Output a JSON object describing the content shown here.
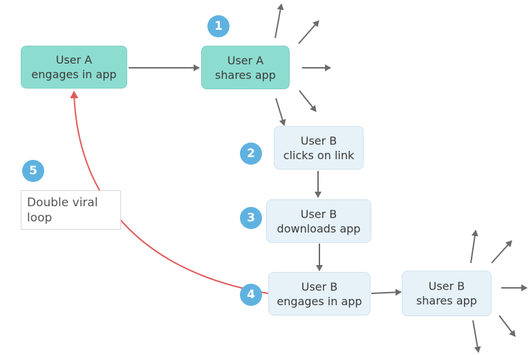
{
  "nodes": {
    "a_engages": {
      "line1": "User A",
      "line2": "engages in app"
    },
    "a_shares": {
      "line1": "User A",
      "line2": "shares app"
    },
    "b_clicks": {
      "line1": "User B",
      "line2": "clicks on link"
    },
    "b_downloads": {
      "line1": "User B",
      "line2": "downloads app"
    },
    "b_engages": {
      "line1": "User B",
      "line2": "engages in app"
    },
    "b_shares": {
      "line1": "User B",
      "line2": "shares app"
    }
  },
  "steps": [
    "1",
    "2",
    "3",
    "4",
    "5"
  ],
  "loop_note": {
    "line1": "Double viral",
    "line2": "loop"
  },
  "colors": {
    "teal_node": "#8ddcd0",
    "light_node": "#e6f1f8",
    "badge": "#5fb2e0",
    "arrow": "#6b6b6b",
    "loop_arrow": "#e05a5a"
  }
}
